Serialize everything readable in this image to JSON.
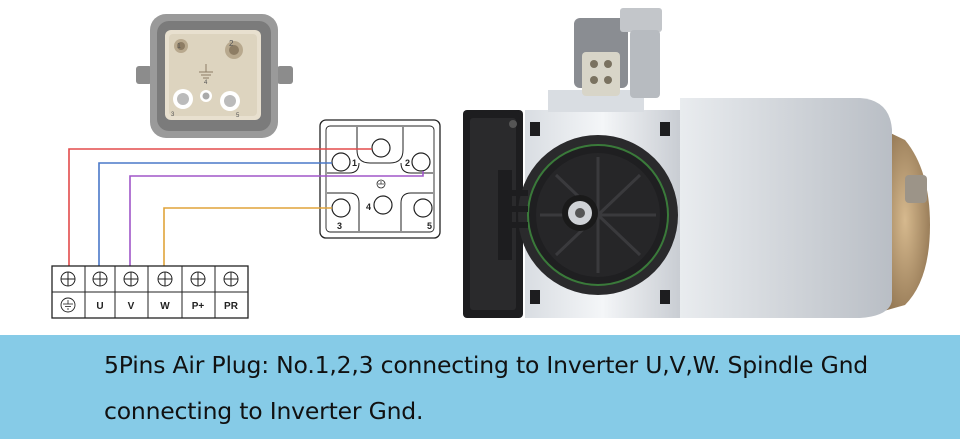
{
  "pin_labels": {
    "p1": "1",
    "p2": "2",
    "p3": "3",
    "p4": "4",
    "p5": "5"
  },
  "connector_photo_labels": {
    "p1": "1",
    "p2": "2",
    "p3": "3",
    "p4": "4",
    "p5": "5"
  },
  "terminals": [
    "U",
    "V",
    "W",
    "P+",
    "PR"
  ],
  "wire_colors": {
    "p1": "#e34b4b",
    "p2": "#4a78c8",
    "p3": "#a056c8",
    "gnd": "#e0a43a"
  },
  "caption": {
    "line1": "5Pins Air Plug: No.1,2,3 connecting to Inverter U,V,W. Spindle Gnd",
    "line2": "connecting to Inverter Gnd."
  }
}
